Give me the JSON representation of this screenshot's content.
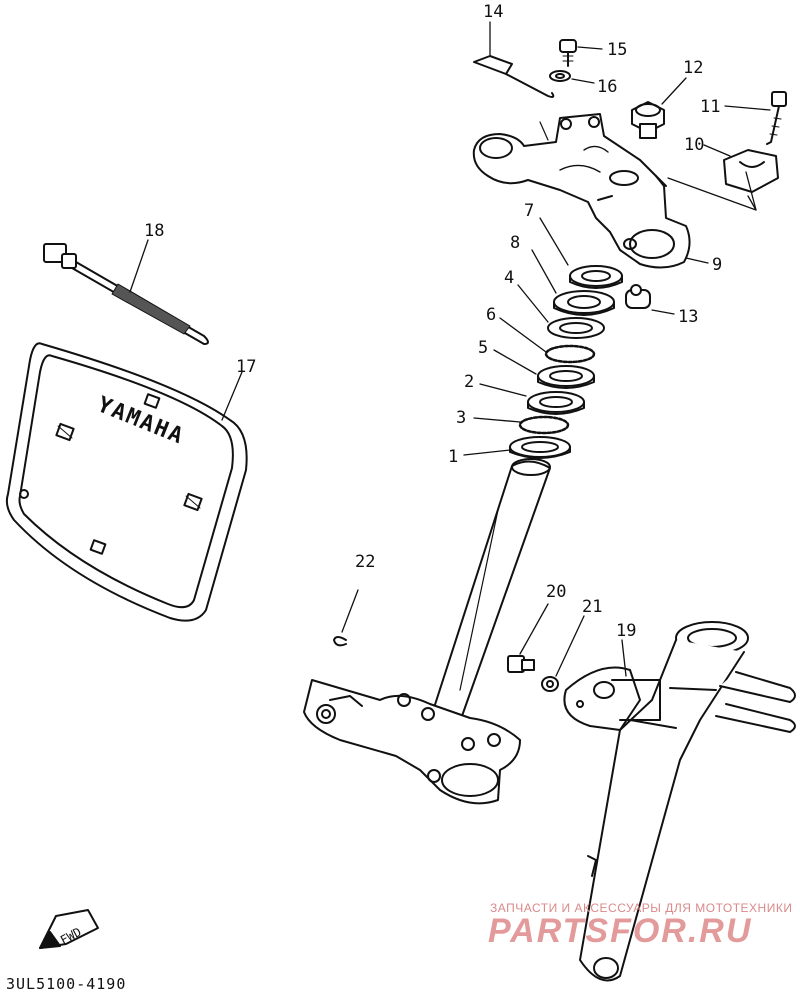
{
  "callouts": [
    "1",
    "2",
    "3",
    "4",
    "5",
    "6",
    "7",
    "8",
    "9",
    "10",
    "11",
    "12",
    "13",
    "14",
    "15",
    "16",
    "17",
    "18",
    "19",
    "20",
    "21",
    "22"
  ],
  "plate_text": "YAMAHA",
  "fwd_label": "FWD",
  "diagram_code": "3UL5100-4190",
  "watermark": {
    "line1": "ЗАПЧАСТИ И АКСЕССУАРЫ ДЛЯ МОТОТЕХНИКИ",
    "line2": "PARTSFOR.RU"
  }
}
